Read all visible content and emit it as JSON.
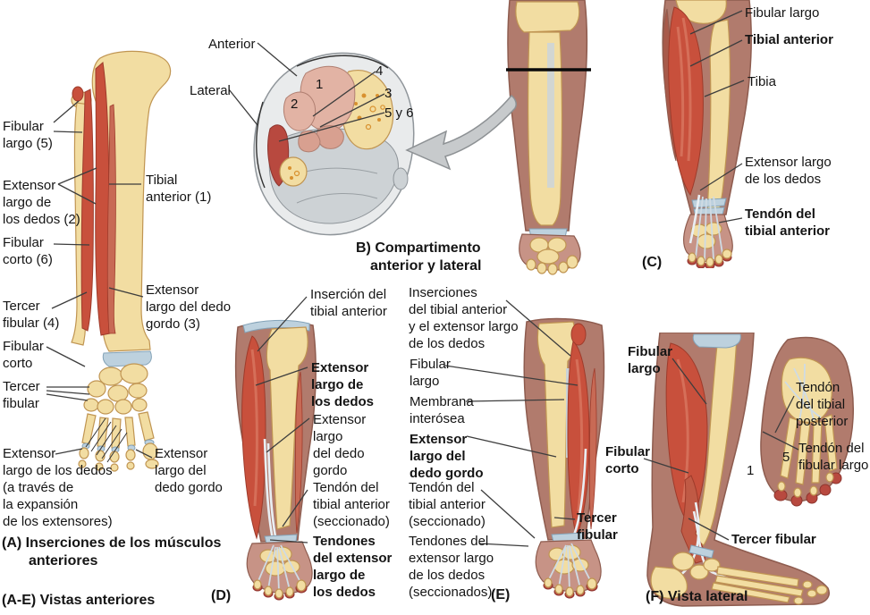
{
  "palette": {
    "skin": "#b17b6d",
    "muscle_red": "#c8503c",
    "bone_cream": "#f2dda2",
    "joint_blue": "#bdd1de",
    "anterior_compartment_pink": "#e2b3a4",
    "lateral_compartment_red": "#b8493f",
    "section_gray": "#e9ebec",
    "background": "#ffffff"
  },
  "panelA": {
    "labels": {
      "fibular_largo_5": "Fibular\nlargo (5)",
      "extensor_largo_dedos_2": "Extensor\nlargo de\nlos dedos (2)",
      "fibular_corto_6": "Fibular\ncorto (6)",
      "tercer_fibular_4": "Tercer\nfibular (4)",
      "fibular_corto": "Fibular\ncorto",
      "tercer_fibular": "Tercer\nfibular",
      "extensor_expansion": "Extensor\nlargo de los dedos\n(a través de\nla expansión\nde los extensores)",
      "tibial_anterior_1": "Tibial\nanterior (1)",
      "extensor_dedo_gordo_3": "Extensor\nlargo del dedo\ngordo (3)",
      "extensor_dedo_gordo_pie": "Extensor\nlargo del\ndedo gordo"
    },
    "caption_line1": "(A) Inserciones de los músculos",
    "caption_line2": "anteriores"
  },
  "panelB": {
    "labels": {
      "anterior": "Anterior",
      "lateral": "Lateral"
    },
    "numbers": {
      "n1": "1",
      "n2": "2",
      "n3": "3",
      "n4": "4",
      "n5_6": "5 y 6"
    },
    "caption_line1": "B) Compartimento",
    "caption_line2": "anterior y lateral"
  },
  "panelC": {
    "labels": {
      "fibular_largo": "Fibular largo",
      "tibial_anterior": "Tibial anterior",
      "tibia": "Tibia",
      "extensor_largo_dedos": "Extensor largo\nde los dedos",
      "tendon_tibial_anterior": "Tendón del\ntibial anterior"
    },
    "tag": "(C)"
  },
  "panelD": {
    "labels": {
      "insercion_tibial_anterior": "Inserción del\ntibial anterior",
      "extensor_largo_dedos": "Extensor\nlargo de\nlos dedos",
      "extensor_dedo_gordo": "Extensor\nlargo\ndel dedo\ngordo",
      "tendon_tibial_seccionado": "Tendón del\ntibial anterior\n(seccionado)",
      "tendones_extensor": "Tendones\ndel extensor\nlargo de\nlos dedos"
    },
    "tag": "(D)"
  },
  "panelE": {
    "labels": {
      "inserciones": "Inserciones\ndel tibial anterior\ny el extensor largo\nde los dedos",
      "fibular_largo": "Fibular\nlargo",
      "membrana_interosea": "Membrana\ninterósea",
      "extensor_dedo_gordo": "Extensor\nlargo del\ndedo gordo",
      "tendon_tibial_seccionado": "Tendón del\ntibial anterior\n(seccionado)",
      "tendones_extensor_seccionados": "Tendones del\nextensor largo\nde los dedos\n(seccionados)",
      "tercer_fibular": "Tercer\nfibular"
    },
    "tag": "(E)"
  },
  "panelF": {
    "labels": {
      "fibular_largo": "Fibular\nlargo",
      "fibular_corto": "Fibular\ncorto",
      "tendon_tibial_posterior": "Tendón\ndel tibial\nposterior",
      "tendon_fibular_largo": "Tendón del\nfibular largo",
      "tercer_fibular": "Tercer fibular"
    },
    "numbers": {
      "n1": "1",
      "n5": "5"
    },
    "caption": "(F) Vista lateral"
  },
  "footer": {
    "views_caption": "(A-E) Vistas anteriores"
  }
}
